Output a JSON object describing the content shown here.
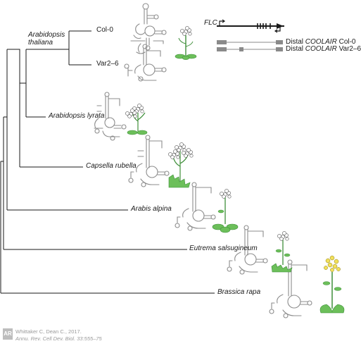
{
  "tree": {
    "clade_label_line1": "Arabidopsis",
    "clade_label_line2": "thaliana",
    "accession_col0": "Col-0",
    "accession_var": "Var2–6",
    "species": [
      "Arabidopsis lyrata",
      "Capsella rubella",
      "Arabis alpina",
      "Eutrema salsugineum",
      "Brassica rapa"
    ]
  },
  "gene_inset": {
    "gene_label": "FLC",
    "col0_prefix": "Distal ",
    "col0_gene": "COOLAIR",
    "col0_suffix": " Col-0",
    "var_prefix": "Distal ",
    "var_gene": "COOLAIR",
    "var_suffix": " Var2–6"
  },
  "credit": {
    "logo_text": "AR",
    "line1": "Whittaker C, Dean C., 2017.",
    "line2": "Annu. Rev. Cell Dev. Biol. 33:555–75"
  },
  "colors": {
    "branch": "#1a1a1a",
    "rna": "#8c8c8c",
    "leaf": "#6cbf5a",
    "leaf_dark": "#3f8f3a",
    "petal_white": "#ffffff",
    "petal_yellow": "#f2e05a",
    "exon": "#8a8a8a"
  }
}
